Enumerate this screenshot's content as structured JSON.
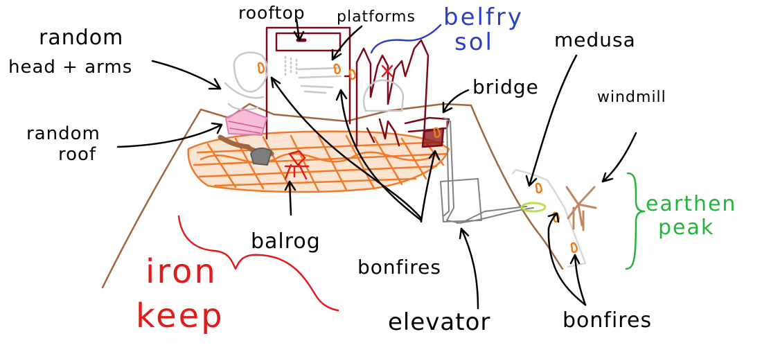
{
  "labels": {
    "rooftop": "rooftop",
    "platforms": "platforms",
    "belfry_line1": "belfry",
    "belfry_line2": "sol",
    "random_head_line1": "random",
    "random_head_line2": "head + arms",
    "random_roof_line1": "random",
    "random_roof_line2": "roof",
    "medusa": "medusa",
    "bridge": "bridge",
    "windmill": "windmill",
    "earthen_line1": "earthen",
    "earthen_line2": "peak",
    "balrog": "balrog",
    "bonfires_center": "bonfires",
    "elevator": "elevator",
    "bonfires_right": "bonfires",
    "iron_line1": "iron",
    "iron_line2": "keep"
  },
  "colors": {
    "mountain": "#a0663f",
    "lava": "#f07a2a",
    "castle": "#7a0a1a",
    "stone": "#c8c8c8",
    "elevator": "#808080",
    "bonfire": "#f07a1a",
    "balrog": "#e01b1b",
    "roof": "#f2a0c8",
    "windmill": "#c08860",
    "medusa": "#b6e04a",
    "label_black": "#000000",
    "label_blue": "#2c3fc4",
    "label_green": "#26b33b",
    "label_red": "#e01b1b"
  }
}
